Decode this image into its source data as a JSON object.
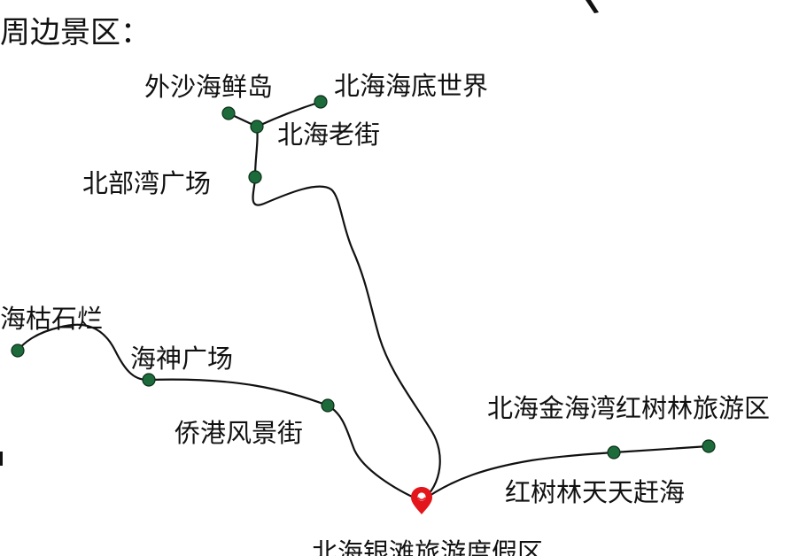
{
  "title": "周边景区：",
  "colors": {
    "route": "#111111",
    "node": "#1d6b3b",
    "origin_marker": "#e3161c"
  },
  "origin": {
    "name": "北海银滩旅游度假区",
    "icon": "map-pin-icon"
  },
  "spots": [
    {
      "id": "waishahai",
      "name": "外沙海鲜岛"
    },
    {
      "id": "dishijie",
      "name": "北海海底世界"
    },
    {
      "id": "laojie",
      "name": "北海老街"
    },
    {
      "id": "beibuwan",
      "name": "北部湾广场"
    },
    {
      "id": "haikushilan",
      "name": "海枯石烂"
    },
    {
      "id": "haishen",
      "name": "海神广场"
    },
    {
      "id": "qiaogang",
      "name": "侨港风景街"
    },
    {
      "id": "jinhaiwan",
      "name": "北海金海湾红树林旅游区"
    },
    {
      "id": "hongshulin",
      "name": "红树林天天赶海"
    }
  ]
}
